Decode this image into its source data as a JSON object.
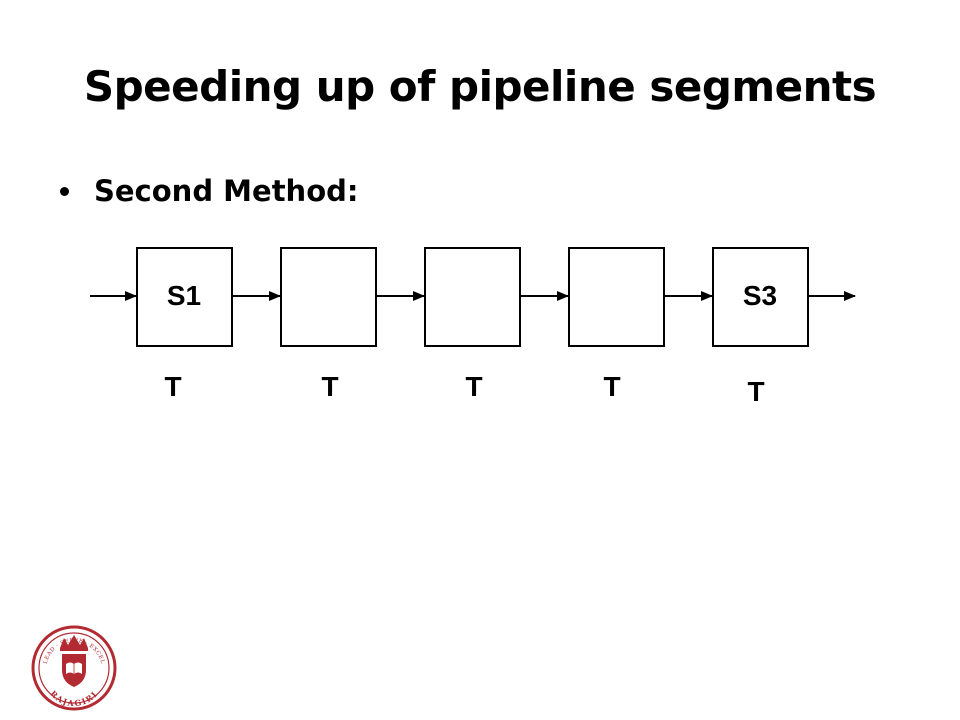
{
  "slide": {
    "title": "Speeding up of pipeline segments",
    "bullet": "Second Method:"
  },
  "diagram": {
    "stages": [
      {
        "label": "S1",
        "time_label": "T"
      },
      {
        "label": "",
        "time_label": "T"
      },
      {
        "label": "",
        "time_label": "T"
      },
      {
        "label": "",
        "time_label": "T"
      },
      {
        "label": "S3",
        "time_label": "T"
      }
    ]
  },
  "logo": {
    "name": "RAJAGIRI",
    "motto": "LEAD · SERVE · EXCEL",
    "icon": "rajagiri-crest-icon",
    "color": "#b22a32"
  }
}
